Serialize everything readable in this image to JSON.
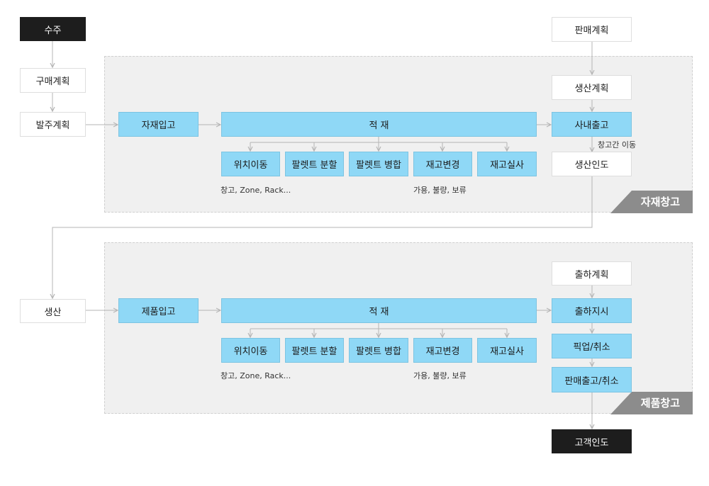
{
  "nodes": {
    "order": "수주",
    "purchase_plan": "구매계획",
    "po_plan": "발주계획",
    "material_receipt": "자재입고",
    "material_stock": "적  재",
    "m_move": "위치이동",
    "m_split": "팔렛트 분할",
    "m_merge": "팔렛트 병합",
    "m_change": "재고변경",
    "m_audit": "재고실사",
    "sales_plan": "판매계획",
    "prod_plan": "생산계획",
    "internal_issue": "사내출고",
    "prod_handover": "생산인도",
    "production": "생산",
    "product_receipt": "제품입고",
    "product_stock": "적  재",
    "p_move": "위치이동",
    "p_split": "팔렛트 분할",
    "p_merge": "팔렛트 병합",
    "p_change": "재고변경",
    "p_audit": "재고실사",
    "ship_plan": "출하계획",
    "ship_order": "출하지시",
    "picking": "픽업/취소",
    "sales_issue": "판매출고/취소",
    "customer_delivery": "고객인도"
  },
  "notes": {
    "m_location": "창고, Zone, Rack...",
    "m_status": "가용, 불량, 보류",
    "p_location": "창고, Zone, Rack...",
    "p_status": "가용, 불량, 보류",
    "transfer": "창고간 이동"
  },
  "zones": {
    "material": "자재창고",
    "product": "제품창고"
  },
  "colors": {
    "process_blue": "#8fd8f6",
    "terminal_black": "#1d1d1d",
    "zone_gray": "#f0f0f0",
    "tag_gray": "#8c8c8c",
    "arrow": "#b5b5b5"
  }
}
